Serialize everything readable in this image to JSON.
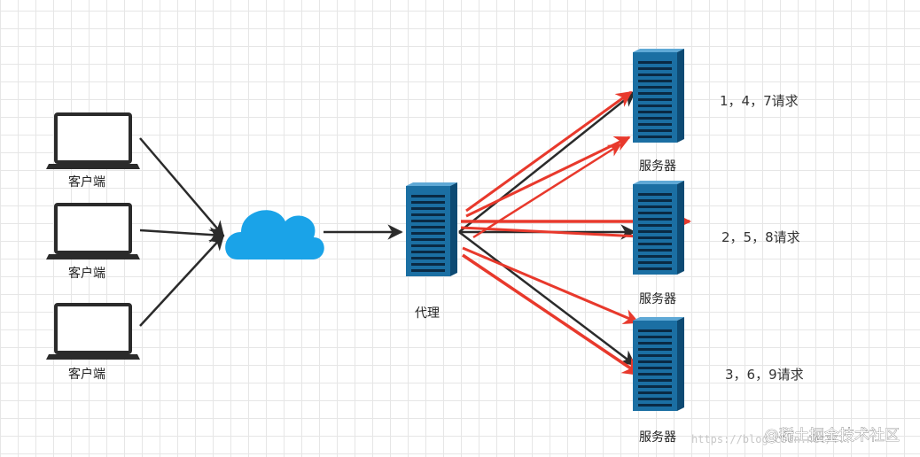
{
  "clients": [
    {
      "label": "客户端"
    },
    {
      "label": "客户端"
    },
    {
      "label": "客户端"
    }
  ],
  "proxy": {
    "label": "代理"
  },
  "servers": [
    {
      "label": "服务器",
      "requests": "1，4，7请求"
    },
    {
      "label": "服务器",
      "requests": "2，5，8请求"
    },
    {
      "label": "服务器",
      "requests": "3，6，9请求"
    }
  ],
  "watermark": {
    "text": "@稀土掘金技术社区",
    "ghost_text": "https://blog.csdn.net/..."
  },
  "colors": {
    "client_frame": "#2b2b2b",
    "cloud": "#1aa3e8",
    "server_front": "#1b6fa3",
    "server_side": "#0d4a73",
    "black_arrow": "#2b2b2b",
    "red_arrow": "#e8392c"
  }
}
